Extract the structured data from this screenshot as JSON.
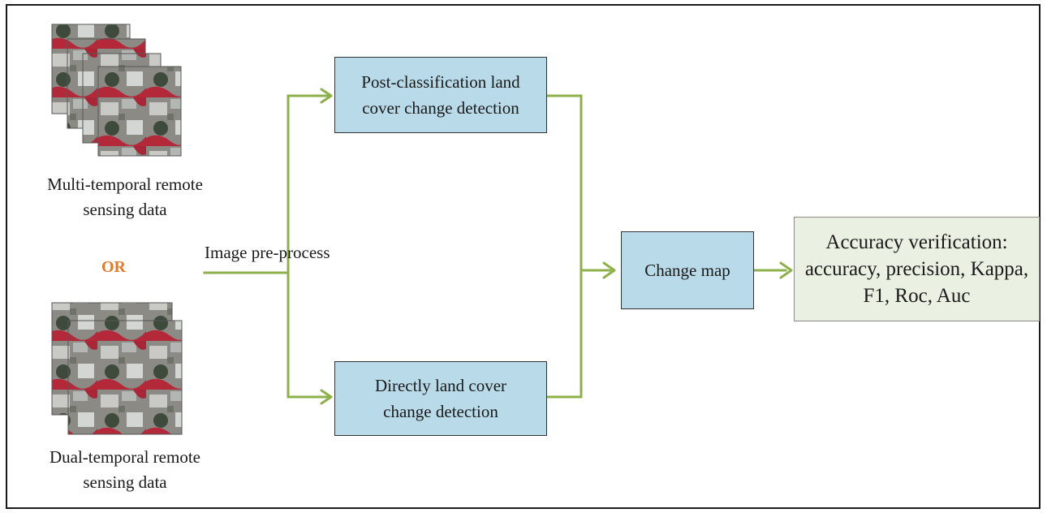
{
  "inputs": {
    "multi_caption": "Multi-temporal remote sensing data",
    "or_label": "OR",
    "dual_caption": "Dual-temporal remote sensing data"
  },
  "edge_label": "Image pre-process",
  "boxes": {
    "post_classification": "Post-classification land cover change detection",
    "direct_detection": "Directly land cover change detection",
    "change_map": "Change map",
    "accuracy": "Accuracy verification: accuracy, precision, Kappa, F1, Roc, Auc"
  },
  "colors": {
    "process_fill": "#b9dbe9",
    "result_fill": "#eaf0e2",
    "connector": "#8db04b",
    "or_text": "#e07b2a"
  }
}
